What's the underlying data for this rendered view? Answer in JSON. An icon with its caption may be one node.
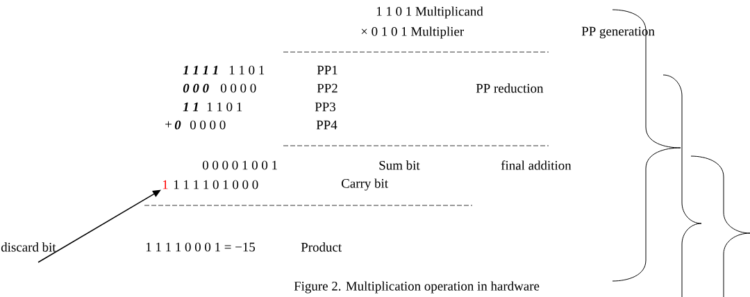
{
  "diagram": {
    "caption": "Figure 2. Multiplication operation in hardware",
    "nodes": [
      {
        "text": [
          "discard bit"
        ]
      },
      {
        "text": [
          "1"
        ]
      }
    ],
    "edges": [
      {
        "from": 0,
        "to": 1,
        "arrow": "to"
      }
    ],
    "labels": [
      "1 1 0 1 Multiplicand",
      "× 0 1 0 1 Multiplier",
      "PP generation",
      "1 1 1 1",
      "1 1 0 1",
      "PP1",
      "0 0 0",
      "0 0 0 0",
      "PP2",
      "PP reduction",
      "1 1",
      "1 1 0 1",
      "PP3",
      "+",
      "0",
      "0 0 0 0",
      "PP4",
      "0 0 0 0 1 0 0 1",
      "Sum bit",
      "final addition",
      "1 1 1 1 0 1 0 0 0",
      "Carry bit",
      "1 1 1 1 0 0 0 1 = −15",
      "Product"
    ]
  }
}
